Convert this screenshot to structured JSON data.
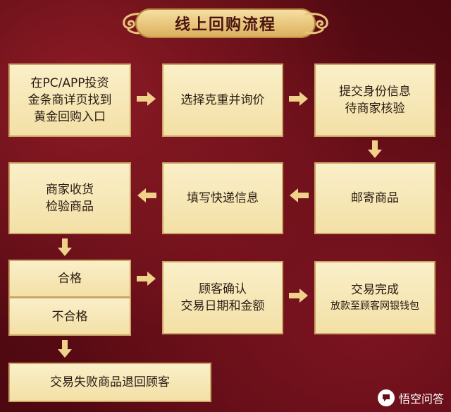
{
  "title": "线上回购流程",
  "steps": {
    "s1": [
      "在PC/APP投资",
      "金条商详页找到",
      "黄金回购入口"
    ],
    "s2": [
      "选择克重并询价"
    ],
    "s3": [
      "提交身份信息",
      "待商家核验"
    ],
    "s4": [
      "邮寄商品"
    ],
    "s5": [
      "填写快递信息"
    ],
    "s6": [
      "商家收货",
      "检验商品"
    ],
    "pass": "合格",
    "fail": "不合格",
    "s7": [
      "顾客确认",
      "交易日期和金额"
    ],
    "s8": [
      "交易完成",
      "放款至顾客网银钱包"
    ],
    "s9": "交易失败商品退回顾客"
  },
  "watermark": "悟空问答",
  "colors": {
    "background": "#6a0f18",
    "box_fill": "#f6e5b0",
    "box_border": "#caa565",
    "arrow": "#f0d18a",
    "title_text": "#4a1410"
  }
}
